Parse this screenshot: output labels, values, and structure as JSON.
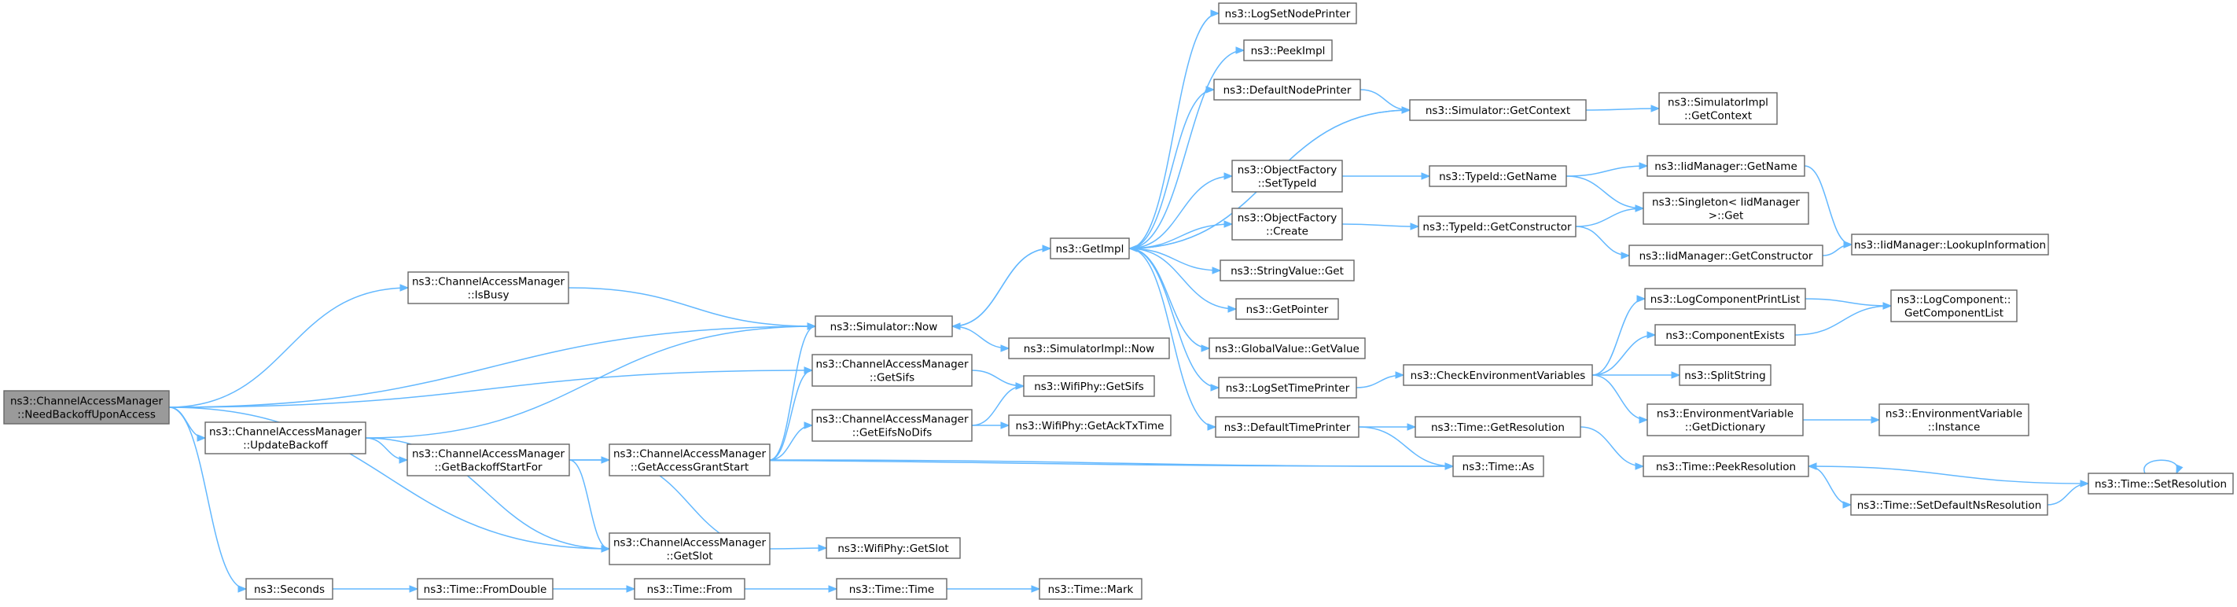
{
  "nodes": [
    {
      "id": "root",
      "lines": [
        "ns3::ChannelAccessManager",
        "::NeedBackoffUponAccess"
      ],
      "root": true
    },
    {
      "id": "isbusy",
      "lines": [
        "ns3::ChannelAccessManager",
        "::IsBusy"
      ]
    },
    {
      "id": "now",
      "lines": [
        "ns3::Simulator::Now"
      ]
    },
    {
      "id": "getsifs",
      "lines": [
        "ns3::ChannelAccessManager",
        "::GetSifs"
      ]
    },
    {
      "id": "updatebackoff",
      "lines": [
        "ns3::ChannelAccessManager",
        "::UpdateBackoff"
      ]
    },
    {
      "id": "getslot",
      "lines": [
        "ns3::ChannelAccessManager",
        "::GetSlot"
      ]
    },
    {
      "id": "seconds",
      "lines": [
        "ns3::Seconds"
      ]
    },
    {
      "id": "getimpl",
      "lines": [
        "ns3::GetImpl"
      ]
    },
    {
      "id": "simimplnow",
      "lines": [
        "ns3::SimulatorImpl::Now"
      ]
    },
    {
      "id": "wifigetsifs",
      "lines": [
        "ns3::WifiPhy::GetSifs"
      ]
    },
    {
      "id": "getbackoffstart",
      "lines": [
        "ns3::ChannelAccessManager",
        "::GetBackoffStartFor"
      ]
    },
    {
      "id": "getaccessgrant",
      "lines": [
        "ns3::ChannelAccessManager",
        "::GetAccessGrantStart"
      ]
    },
    {
      "id": "geteifs",
      "lines": [
        "ns3::ChannelAccessManager",
        "::GetEifsNoDifs"
      ]
    },
    {
      "id": "wifigetack",
      "lines": [
        "ns3::WifiPhy::GetAckTxTime"
      ]
    },
    {
      "id": "wifigetslot",
      "lines": [
        "ns3::WifiPhy::GetSlot"
      ]
    },
    {
      "id": "fromdouble",
      "lines": [
        "ns3::Time::FromDouble"
      ]
    },
    {
      "id": "from",
      "lines": [
        "ns3::Time::From"
      ]
    },
    {
      "id": "timetime",
      "lines": [
        "ns3::Time::Time"
      ]
    },
    {
      "id": "mark",
      "lines": [
        "ns3::Time::Mark"
      ]
    },
    {
      "id": "logsetnode",
      "lines": [
        "ns3::LogSetNodePrinter"
      ]
    },
    {
      "id": "peekimpl",
      "lines": [
        "ns3::PeekImpl"
      ]
    },
    {
      "id": "defnodeprinter",
      "lines": [
        "ns3::DefaultNodePrinter"
      ]
    },
    {
      "id": "settypeid",
      "lines": [
        "ns3::ObjectFactory",
        "::SetTypeId"
      ]
    },
    {
      "id": "ofcreate",
      "lines": [
        "ns3::ObjectFactory",
        "::Create"
      ]
    },
    {
      "id": "stringget",
      "lines": [
        "ns3::StringValue::Get"
      ]
    },
    {
      "id": "getpointer",
      "lines": [
        "ns3::GetPointer"
      ]
    },
    {
      "id": "globalget",
      "lines": [
        "ns3::GlobalValue::GetValue"
      ]
    },
    {
      "id": "logsettime",
      "lines": [
        "ns3::LogSetTimePrinter"
      ]
    },
    {
      "id": "deftimeprinter",
      "lines": [
        "ns3::DefaultTimePrinter"
      ]
    },
    {
      "id": "simgetctx",
      "lines": [
        "ns3::Simulator::GetContext"
      ]
    },
    {
      "id": "simimplctx",
      "lines": [
        "ns3::SimulatorImpl",
        "::GetContext"
      ]
    },
    {
      "id": "typeidname",
      "lines": [
        "ns3::TypeId::GetName"
      ]
    },
    {
      "id": "typeidctor",
      "lines": [
        "ns3::TypeId::GetConstructor"
      ]
    },
    {
      "id": "checkenv",
      "lines": [
        "ns3::CheckEnvironmentVariables"
      ]
    },
    {
      "id": "getresolution",
      "lines": [
        "ns3::Time::GetResolution"
      ]
    },
    {
      "id": "timeas",
      "lines": [
        "ns3::Time::As"
      ]
    },
    {
      "id": "iidname",
      "lines": [
        "ns3::IidManager::GetName"
      ]
    },
    {
      "id": "singleton",
      "lines": [
        "ns3::Singleton< IidManager",
        " >::Get"
      ]
    },
    {
      "id": "iidctor",
      "lines": [
        "ns3::IidManager::GetConstructor"
      ]
    },
    {
      "id": "logcompprint",
      "lines": [
        "ns3::LogComponentPrintList"
      ]
    },
    {
      "id": "compexists",
      "lines": [
        "ns3::ComponentExists"
      ]
    },
    {
      "id": "splitstring",
      "lines": [
        "ns3::SplitString"
      ]
    },
    {
      "id": "envdict",
      "lines": [
        "ns3::EnvironmentVariable",
        "::GetDictionary"
      ]
    },
    {
      "id": "peekres",
      "lines": [
        "ns3::Time::PeekResolution"
      ]
    },
    {
      "id": "setdefres",
      "lines": [
        "ns3::Time::SetDefaultNsResolution"
      ]
    },
    {
      "id": "iidlookup",
      "lines": [
        "ns3::IidManager::LookupInformation"
      ]
    },
    {
      "id": "complist",
      "lines": [
        "ns3::LogComponent::",
        "GetComponentList"
      ]
    },
    {
      "id": "envinst",
      "lines": [
        "ns3::EnvironmentVariable",
        "::Instance"
      ]
    },
    {
      "id": "setres",
      "lines": [
        "ns3::Time::SetResolution"
      ]
    }
  ],
  "edges": [
    [
      "root",
      "isbusy"
    ],
    [
      "root",
      "now"
    ],
    [
      "root",
      "getsifs"
    ],
    [
      "root",
      "updatebackoff"
    ],
    [
      "root",
      "getslot"
    ],
    [
      "root",
      "seconds"
    ],
    [
      "isbusy",
      "now"
    ],
    [
      "now",
      "getimpl"
    ],
    [
      "now",
      "simimplnow"
    ],
    [
      "getimpl",
      "logsetnode"
    ],
    [
      "getimpl",
      "peekimpl"
    ],
    [
      "getimpl",
      "defnodeprinter"
    ],
    [
      "getimpl",
      "simgetctx"
    ],
    [
      "getimpl",
      "settypeid"
    ],
    [
      "getimpl",
      "ofcreate"
    ],
    [
      "getimpl",
      "stringget"
    ],
    [
      "getimpl",
      "getpointer"
    ],
    [
      "getimpl",
      "globalget"
    ],
    [
      "getimpl",
      "logsettime"
    ],
    [
      "getimpl",
      "deftimeprinter"
    ],
    [
      "getimpl",
      "now"
    ],
    [
      "getsifs",
      "wifigetsifs"
    ],
    [
      "updatebackoff",
      "now"
    ],
    [
      "updatebackoff",
      "getbackoffstart"
    ],
    [
      "updatebackoff",
      "getslot"
    ],
    [
      "getbackoffstart",
      "getaccessgrant"
    ],
    [
      "getbackoffstart",
      "getslot"
    ],
    [
      "getbackoffstart",
      "timeas"
    ],
    [
      "getaccessgrant",
      "now"
    ],
    [
      "getaccessgrant",
      "getsifs"
    ],
    [
      "getaccessgrant",
      "geteifs"
    ],
    [
      "getaccessgrant",
      "getslot"
    ],
    [
      "getaccessgrant",
      "timeas"
    ],
    [
      "geteifs",
      "wifigetsifs"
    ],
    [
      "geteifs",
      "wifigetack"
    ],
    [
      "getslot",
      "wifigetslot"
    ],
    [
      "seconds",
      "fromdouble"
    ],
    [
      "fromdouble",
      "from"
    ],
    [
      "from",
      "timetime"
    ],
    [
      "timetime",
      "mark"
    ],
    [
      "defnodeprinter",
      "simgetctx"
    ],
    [
      "simgetctx",
      "simimplctx"
    ],
    [
      "simgetctx",
      "getimpl"
    ],
    [
      "settypeid",
      "typeidname"
    ],
    [
      "ofcreate",
      "typeidctor"
    ],
    [
      "typeidname",
      "iidname"
    ],
    [
      "typeidname",
      "singleton"
    ],
    [
      "typeidctor",
      "singleton"
    ],
    [
      "typeidctor",
      "iidctor"
    ],
    [
      "iidname",
      "iidlookup"
    ],
    [
      "iidctor",
      "iidlookup"
    ],
    [
      "logsettime",
      "checkenv"
    ],
    [
      "checkenv",
      "logcompprint"
    ],
    [
      "checkenv",
      "compexists"
    ],
    [
      "checkenv",
      "splitstring"
    ],
    [
      "checkenv",
      "envdict"
    ],
    [
      "logcompprint",
      "complist"
    ],
    [
      "compexists",
      "complist"
    ],
    [
      "envdict",
      "envinst"
    ],
    [
      "deftimeprinter",
      "getresolution"
    ],
    [
      "deftimeprinter",
      "timeas"
    ],
    [
      "getresolution",
      "peekres"
    ],
    [
      "peekres",
      "setdefres"
    ],
    [
      "setdefres",
      "setres"
    ],
    [
      "setres",
      "peekres"
    ],
    [
      "setres",
      "setres"
    ]
  ]
}
